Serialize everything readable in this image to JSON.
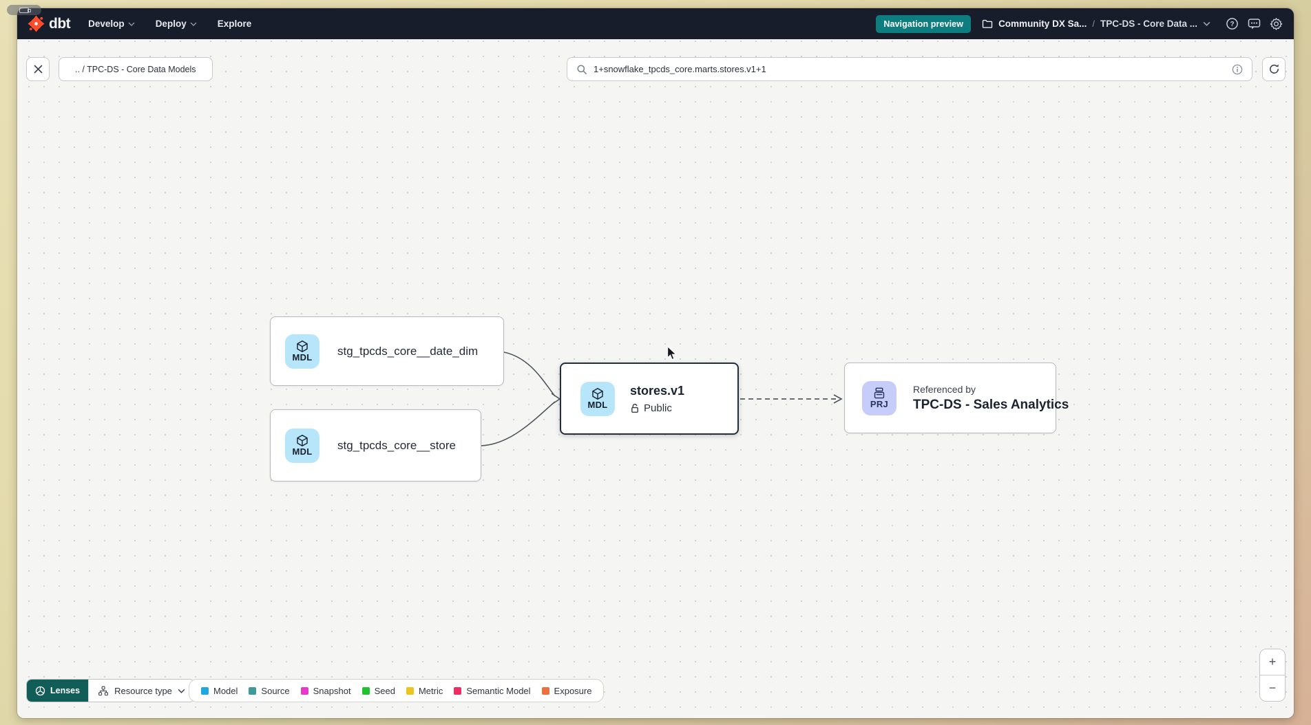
{
  "navbar": {
    "logo_text": "dbt",
    "menu": [
      {
        "label": "Develop",
        "chevron": true
      },
      {
        "label": "Deploy",
        "chevron": true
      },
      {
        "label": "Explore",
        "chevron": false
      }
    ],
    "preview_badge": "Navigation preview",
    "breadcrumb": {
      "project": "Community DX Sa...",
      "separator": "/",
      "section": "TPC-DS - Core Data ..."
    },
    "icons": [
      "folder-icon",
      "chevron-down-icon",
      "help-icon",
      "feedback-icon",
      "gear-icon"
    ]
  },
  "toolbar": {
    "path_chip": ".. / TPC-DS - Core Data Models",
    "search_value": "1+snowflake_tpcds_core.marts.stores.v1+1",
    "icons": [
      "close-icon",
      "search-icon",
      "info-icon",
      "refresh-icon"
    ]
  },
  "graph": {
    "nodes": [
      {
        "badge": "MDL",
        "label": "stg_tpcds_core__date_dim"
      },
      {
        "badge": "MDL",
        "label": "stg_tpcds_core__store"
      },
      {
        "badge": "MDL",
        "label": "stores.v1",
        "access": "Public",
        "selected": true
      },
      {
        "badge": "PRJ",
        "label_top": "Referenced by",
        "label": "TPC-DS - Sales Analytics"
      }
    ],
    "edge_style": {
      "upstream": "solid-curved",
      "downstream": "dashed"
    }
  },
  "footer": {
    "lenses_label": "Lenses",
    "resource_type_label": "Resource type",
    "legend": [
      {
        "label": "Model",
        "color": "#1fa8e0"
      },
      {
        "label": "Source",
        "color": "#3f9b9b"
      },
      {
        "label": "Snapshot",
        "color": "#e83ac9"
      },
      {
        "label": "Seed",
        "color": "#21c232"
      },
      {
        "label": "Metric",
        "color": "#edc422"
      },
      {
        "label": "Semantic Model",
        "color": "#ee2e5f"
      },
      {
        "label": "Exposure",
        "color": "#ee6e3e"
      }
    ]
  },
  "zoom_controls": {
    "zoom_in": "+",
    "zoom_out": "−"
  },
  "colors": {
    "navbar_bg": "#171d2a",
    "preview_badge_bg": "#0e7d7f",
    "lenses_bg": "#115e58",
    "model_badge_bg": "#b7e5fa",
    "project_badge_bg": "#c6cdf8",
    "selected_border": "#222c3b",
    "dbt_orange": "#ff4c2b"
  }
}
